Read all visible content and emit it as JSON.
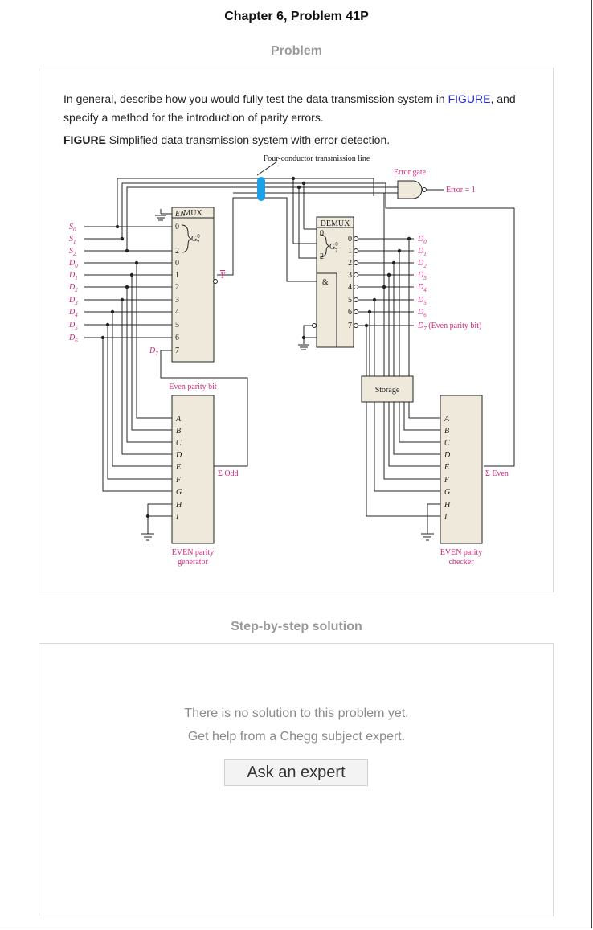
{
  "header": {
    "title": "Chapter 6, Problem 41P"
  },
  "problem": {
    "heading": "Problem",
    "text_before_link": "In general, describe how you would fully test the data transmission system in ",
    "link_text": "FIGURE",
    "text_after_link": ", and specify a method for the introduction of parity errors.",
    "caption_label": "FIGURE",
    "caption_text": " Simplified data transmission system with error detection."
  },
  "figure": {
    "line_label": "Four-conductor transmission line",
    "error_gate_label": "Error gate",
    "error_output": "Error = 1",
    "mux_label": "MUX",
    "mux_en": "EN",
    "mux_g": "G",
    "mux_g_sup": "0",
    "mux_g_sub": "7",
    "mux_out": "Y",
    "demux_label": "DEMUX",
    "demux_g": "G",
    "demux_g_sup": "0",
    "demux_g_sub": "7",
    "demux_amp": "&",
    "mux_sel_pins": [
      "0",
      "2"
    ],
    "mux_data_pins": [
      "0",
      "1",
      "2",
      "3",
      "4",
      "5",
      "6",
      "7"
    ],
    "demux_sel_pins": [
      "0",
      "2"
    ],
    "demux_out_pins": [
      "0",
      "1",
      "2",
      "3",
      "4",
      "5",
      "6",
      "7"
    ],
    "left_inputs": [
      {
        "base": "S",
        "sub": "0"
      },
      {
        "base": "S",
        "sub": "1"
      },
      {
        "base": "S",
        "sub": "2"
      },
      {
        "base": "D",
        "sub": "0"
      },
      {
        "base": "D",
        "sub": "1"
      },
      {
        "base": "D",
        "sub": "2"
      },
      {
        "base": "D",
        "sub": "3"
      },
      {
        "base": "D",
        "sub": "4"
      },
      {
        "base": "D",
        "sub": "5"
      },
      {
        "base": "D",
        "sub": "6"
      }
    ],
    "d7_base": "D",
    "d7_sub": "7",
    "right_outputs": [
      {
        "base": "D",
        "sub": "0",
        "extra": ""
      },
      {
        "base": "D",
        "sub": "1",
        "extra": ""
      },
      {
        "base": "D",
        "sub": "2",
        "extra": ""
      },
      {
        "base": "D",
        "sub": "3",
        "extra": ""
      },
      {
        "base": "D",
        "sub": "4",
        "extra": ""
      },
      {
        "base": "D",
        "sub": "5",
        "extra": ""
      },
      {
        "base": "D",
        "sub": "6",
        "extra": ""
      },
      {
        "base": "D",
        "sub": "7",
        "extra": " (Even parity bit)"
      }
    ],
    "even_parity_bit_label": "Even parity bit",
    "gen_inputs": [
      "A",
      "B",
      "C",
      "D",
      "E",
      "F",
      "G",
      "H",
      "I"
    ],
    "gen_output": "Σ Odd",
    "gen_label_1": "EVEN parity",
    "gen_label_2": "generator",
    "storage_label": "Storage",
    "chk_inputs": [
      "A",
      "B",
      "C",
      "D",
      "E",
      "F",
      "G",
      "H",
      "I"
    ],
    "chk_output": "Σ Even",
    "chk_label_1": "EVEN parity",
    "chk_label_2": "checker"
  },
  "solution": {
    "heading": "Step-by-step solution",
    "empty_line_1": "There is no solution to this problem yet.",
    "empty_line_2": "Get help from a Chegg subject expert.",
    "ask_button": "Ask an expert"
  },
  "colors": {
    "magenta": "#d6287a",
    "box_fill": "#efe9dc",
    "blue_cable": "#1e9fe6",
    "link": "#2a2ac8"
  }
}
